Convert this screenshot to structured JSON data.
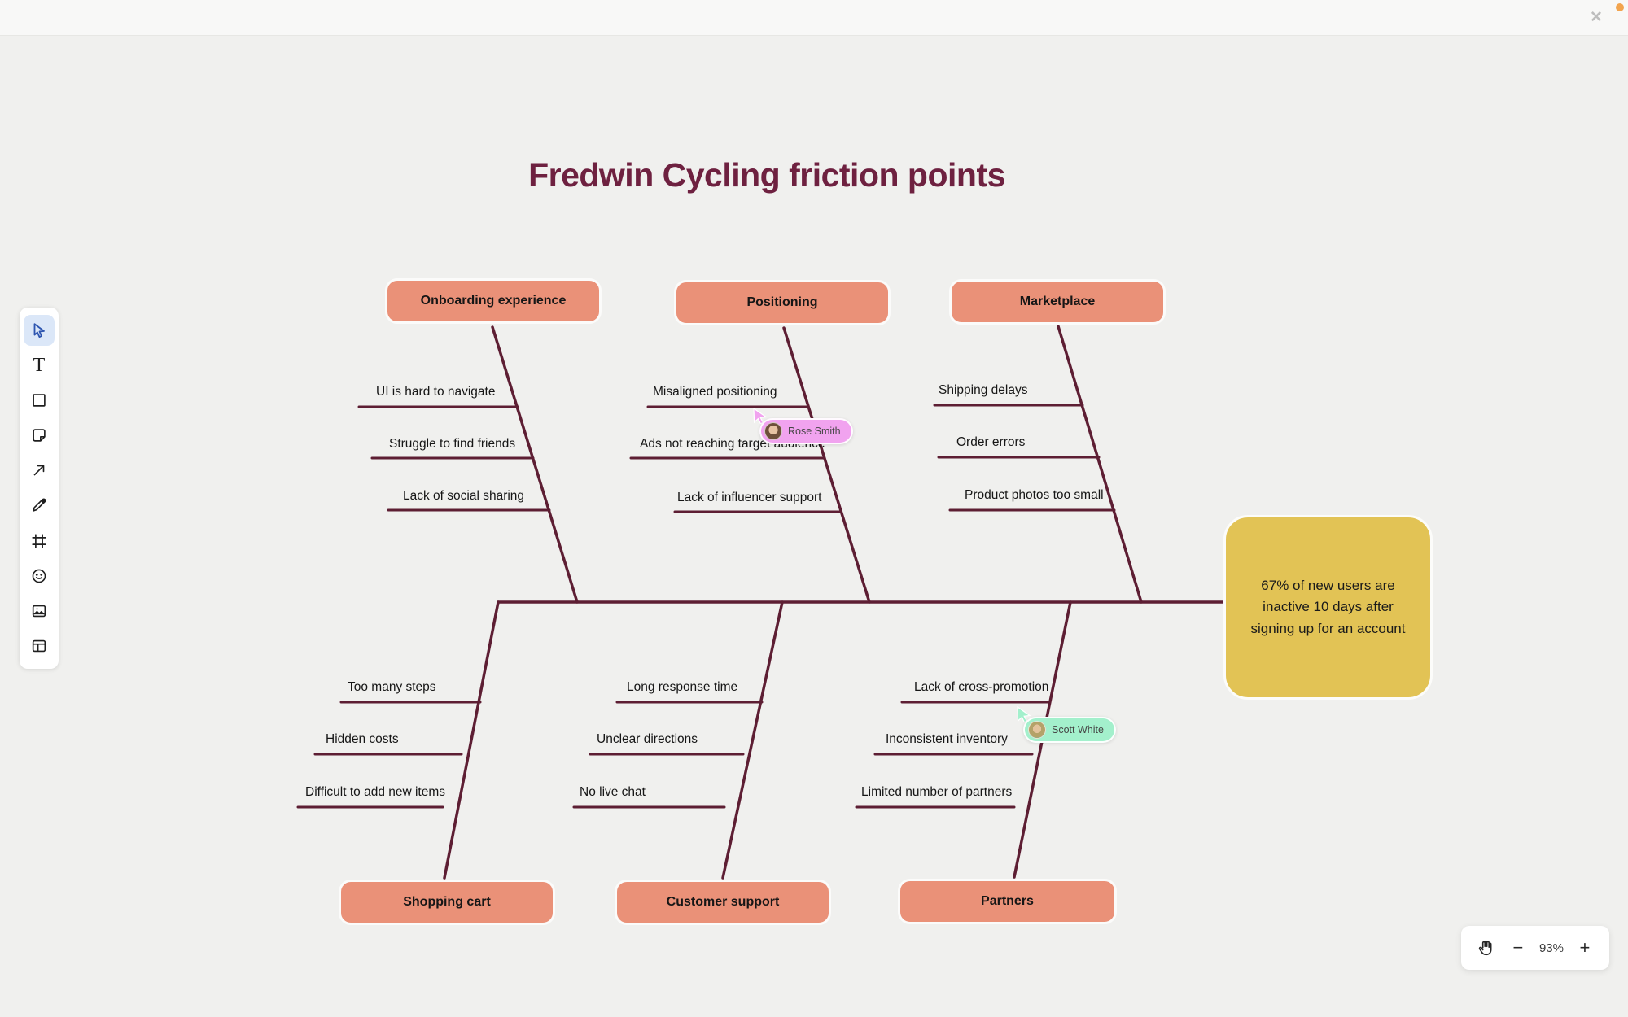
{
  "app": {
    "close_glyph": "✕"
  },
  "title": "Fredwin Cycling friction points",
  "diagram": {
    "type": "fishbone",
    "problem": "67% of new users are inactive 10 days after signing up for an account",
    "categories": [
      {
        "label": "Onboarding experience",
        "causes": [
          "UI is hard to navigate",
          "Struggle to find friends",
          "Lack of social sharing"
        ]
      },
      {
        "label": "Positioning",
        "causes": [
          "Misaligned positioning",
          "Ads not reaching target audience",
          "Lack of influencer support"
        ]
      },
      {
        "label": "Marketplace",
        "causes": [
          "Shipping delays",
          "Order errors",
          "Product photos too small"
        ]
      },
      {
        "label": "Shopping cart",
        "causes": [
          "Too many steps",
          "Hidden costs",
          "Difficult to add new items"
        ]
      },
      {
        "label": "Customer support",
        "causes": [
          "Long response time",
          "Unclear directions",
          "No live chat"
        ]
      },
      {
        "label": "Partners",
        "causes": [
          "Lack of cross-promotion",
          "Inconsistent inventory",
          "Limited number of partners"
        ]
      }
    ]
  },
  "collaborators": [
    {
      "name": "Rose Smith",
      "color": "#f1a3ef"
    },
    {
      "name": "Scott White",
      "color": "#a3f0cc"
    }
  ],
  "toolbar": {
    "tools": [
      "select",
      "text",
      "shape",
      "sticky-note",
      "arrow",
      "pencil",
      "frame",
      "emoji",
      "image",
      "layout"
    ],
    "active_tool": "select"
  },
  "zoom_controls": {
    "level": "93%",
    "zoom_out_glyph": "−",
    "zoom_in_glyph": "+"
  },
  "colors": {
    "canvas_bg": "#f0f0ee",
    "category_box": "#ea9178",
    "line": "#5d1e33",
    "title": "#6e2140",
    "sticky": "#e2c355",
    "active_tool_bg": "#dbe7f8",
    "active_tool_icon": "#2d55b0"
  }
}
